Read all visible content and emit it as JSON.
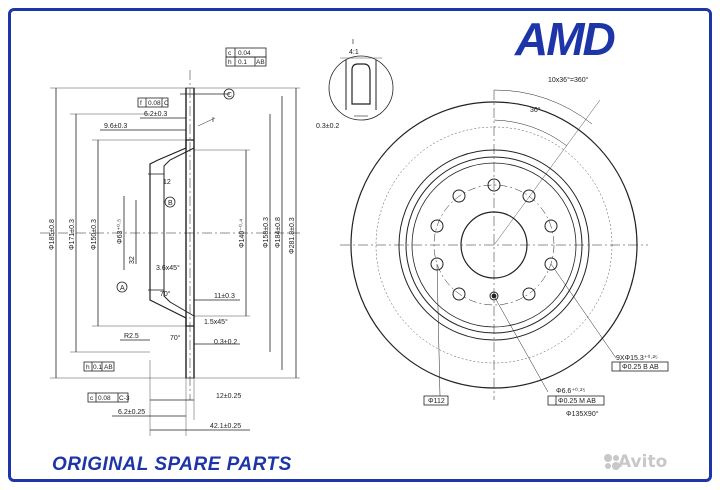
{
  "brand": {
    "logo_text": "AMD",
    "accent_color": "#1e35a8"
  },
  "footer": {
    "text": "ORIGINAL SPARE PARTS"
  },
  "watermark": {
    "text": "Avito"
  },
  "section_view": {
    "dims_left_vertical": [
      "Φ185±0.8",
      "Φ171±0.3",
      "Φ150±0.3",
      "Φ63⁺⁰·⁵",
      "32"
    ],
    "dims_center_vertical": [
      "Φ140⁻⁰·⁴",
      "Φ158±0.3",
      "Φ184±0.8",
      "Φ281.8±0.3"
    ],
    "dims_top": [
      "9.6±0.3",
      "6.2±0.3"
    ],
    "dims_mid": [
      "12",
      "3.6x45°",
      "70°",
      "11±0.3",
      "1.5x45°",
      "70°",
      "0.3±0.2",
      "R2.5"
    ],
    "dims_bottom": [
      "12±0.25",
      "6.2±0.25",
      "42.1±0.25"
    ],
    "labels": [
      "A",
      "B",
      "C",
      "I"
    ],
    "tolerance_frames": {
      "top_c": "0.04",
      "top_h": "0.1",
      "top_h_ref": "AB",
      "top_f": "0.08",
      "top_f_ref": "C",
      "bottom_h": "0.1",
      "bottom_h_ref": "AB",
      "bottom_c": "0.08",
      "bottom_c_ref": "C-3"
    }
  },
  "detail_view": {
    "label": "I",
    "scale": "4:1",
    "dim": "0.3±0.2"
  },
  "front_view": {
    "angle_pattern": "10x36°=360°",
    "angle_single": "36°",
    "holes_spec": "9XΦ15.3⁺⁰·²⁵",
    "holes_tol": "Φ0.25 B AB",
    "small_hole": "Φ6.6⁺⁰·²⁵",
    "small_tol": "Φ0.25 M AB",
    "pcd": "Φ112",
    "angle_ref": "Φ135X90°"
  }
}
